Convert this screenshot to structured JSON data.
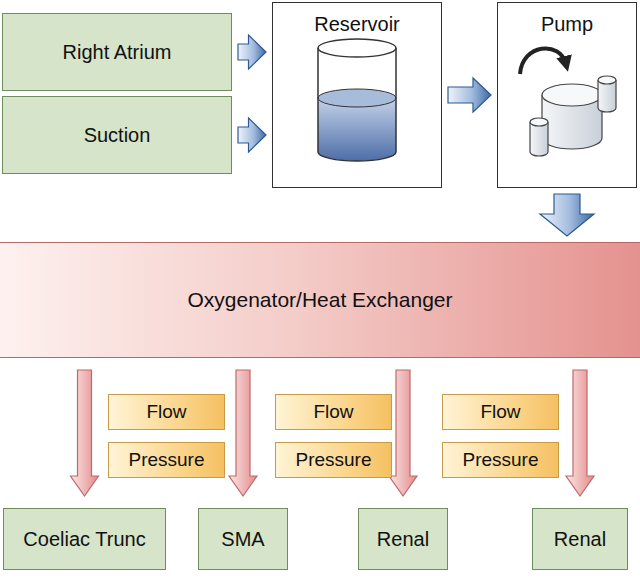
{
  "diagram": {
    "nodes": [
      {
        "text": [
          "Right Atrium"
        ]
      },
      {
        "text": [
          "Reservoir"
        ]
      },
      {
        "text": [
          "Pump"
        ]
      },
      {
        "text": [
          "Suction"
        ]
      },
      {
        "text": [
          "Oxygenator/Heat Exchanger"
        ]
      },
      {
        "text": [
          "Flow"
        ]
      },
      {
        "text": [
          "Flow"
        ]
      },
      {
        "text": [
          "Flow"
        ]
      },
      {
        "text": [
          "Pressure"
        ]
      },
      {
        "text": [
          "Pressure"
        ]
      },
      {
        "text": [
          "Pressure"
        ]
      },
      {
        "text": [
          "Coeliac Trunc"
        ]
      },
      {
        "text": [
          "SMA"
        ]
      },
      {
        "text": [
          "Renal"
        ]
      },
      {
        "text": [
          "Renal"
        ]
      }
    ],
    "edges": [
      {
        "from": 0,
        "to": 1,
        "arrow": "to"
      },
      {
        "from": 3,
        "to": 1,
        "arrow": "to"
      },
      {
        "from": 1,
        "to": 2,
        "arrow": "to"
      },
      {
        "from": 2,
        "to": 4,
        "arrow": "to"
      },
      {
        "from": 4,
        "to": 11,
        "arrow": "to"
      },
      {
        "from": 4,
        "to": 12,
        "arrow": "to"
      },
      {
        "from": 4,
        "to": 13,
        "arrow": "to"
      },
      {
        "from": 4,
        "to": 14,
        "arrow": "to"
      }
    ]
  }
}
